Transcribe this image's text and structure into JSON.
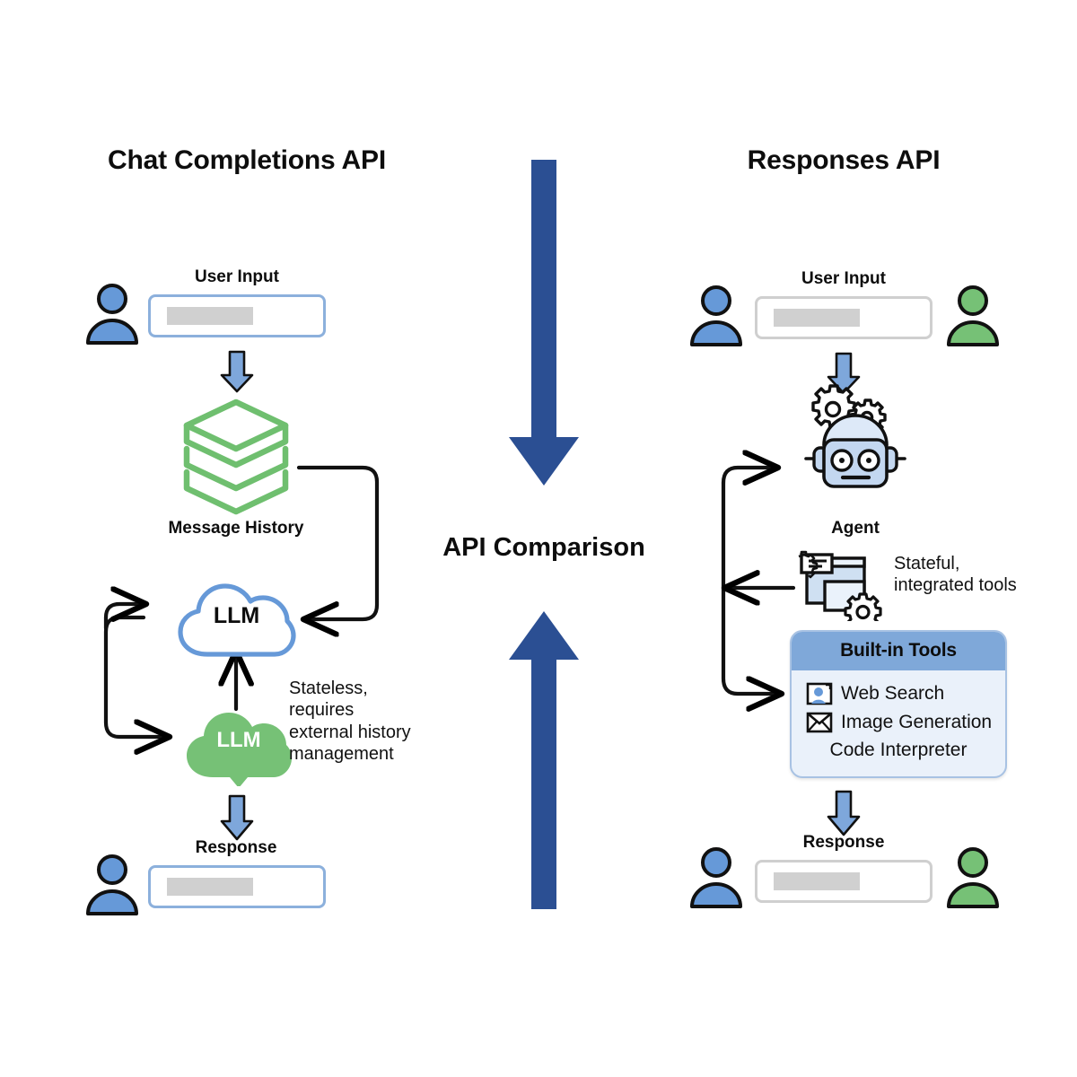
{
  "diagram": {
    "center_title": "API Comparison"
  },
  "left": {
    "title": "Chat Completions API",
    "input_label": "User Input",
    "history_label": "Message History",
    "llm_cloud_top_label": "LLM",
    "llm_cloud_bottom_label": "LLM",
    "note_lines": [
      "Stateless,",
      "requires",
      "external history",
      "management"
    ],
    "response_label": "Response"
  },
  "right": {
    "title": "Responses API",
    "input_label": "User Input",
    "agent_label": "Agent",
    "tools_note_lines": [
      "Stateful,",
      "integrated tools"
    ],
    "tools_panel": {
      "header": "Built-in Tools",
      "items": [
        {
          "label": "Web Search",
          "icon": "person-in-frame-icon"
        },
        {
          "label": "Image Generation",
          "icon": "envelope-icon"
        },
        {
          "label": "Code Interpreter",
          "icon": "none"
        }
      ]
    },
    "response_label": "Response"
  },
  "colors": {
    "center_arrow": "#2B4F93",
    "flow_arrow": "#7EA7DB",
    "person_blue": "#6699D8",
    "person_green": "#76C176",
    "history_green": "#6FBF6F",
    "cloud_blue": "#6699D8",
    "cloud_green": "#76C176",
    "tools_header": "#7FA8D9",
    "tools_body": "#EAF1FA",
    "robot_body": "#C3D7F0",
    "text": "#0d0d0d"
  }
}
